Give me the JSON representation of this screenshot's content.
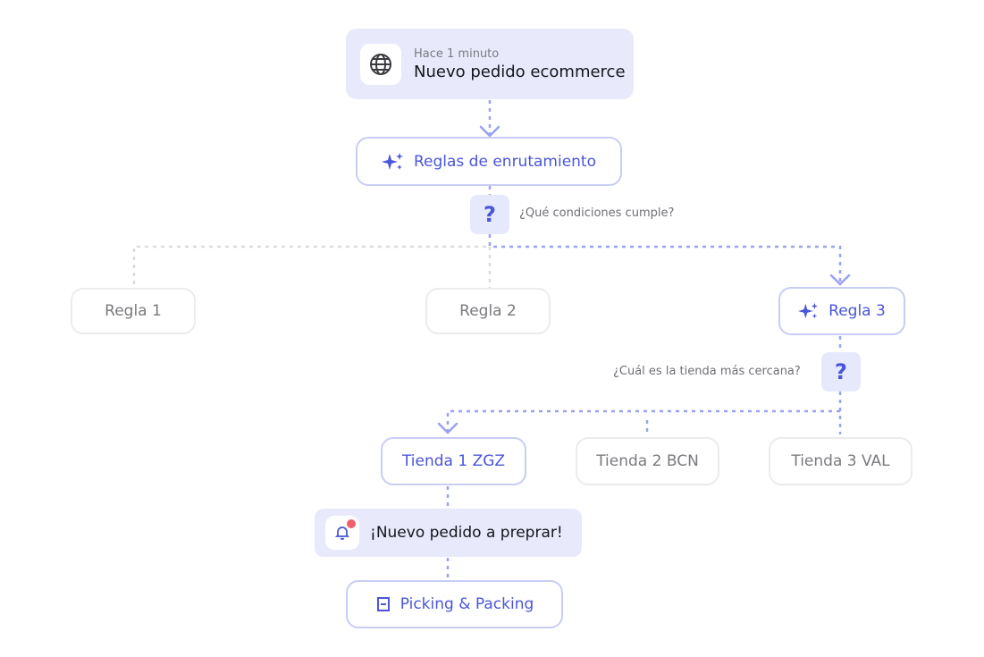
{
  "trigger": {
    "time": "Hace 1 minuto",
    "title": "Nuevo pedido ecommerce",
    "icon": "globe-icon"
  },
  "routing": {
    "label": "Reglas de enrutamiento",
    "icon": "sparkle-icon"
  },
  "question1": {
    "mark": "?",
    "text": "¿Qué condiciones cumple?"
  },
  "rules": [
    {
      "label": "Regla 1",
      "active": false
    },
    {
      "label": "Regla 2",
      "active": false
    },
    {
      "label": "Regla 3",
      "active": true
    }
  ],
  "question2": {
    "mark": "?",
    "text": "¿Cuál es la tienda más cercana?"
  },
  "stores": [
    {
      "label": "Tienda 1 ZGZ",
      "active": true
    },
    {
      "label": "Tienda 2 BCN",
      "active": false
    },
    {
      "label": "Tienda 3 VAL",
      "active": false
    }
  ],
  "notification": {
    "label": "¡Nuevo pedido a preprar!",
    "icon": "bell-icon"
  },
  "picking": {
    "label": "Picking & Packing",
    "icon": "box-icon"
  },
  "colors": {
    "accent": "#4a55d8",
    "accent_light": "#9aa2f0",
    "muted_line": "#dcdce0",
    "fill": "#e8eafb"
  }
}
